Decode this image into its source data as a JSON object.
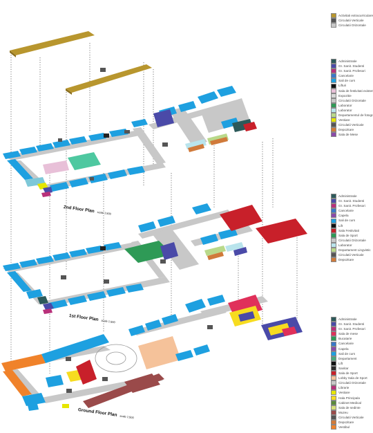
{
  "colors": {
    "admin": "#2d5a5a",
    "student": "#4a4aa8",
    "prof": "#b8307a",
    "office": "#3a78c8",
    "course": "#1ea0e0",
    "wc": "#2a2a2a",
    "room": "#7ec8d8",
    "depo": "#d07a3a",
    "circ_h": "#c8c8c8",
    "circ_v": "#555555",
    "extra": "#b8962e",
    "lab": "#2e9a56",
    "lab2": "#b9e4ec",
    "dept": "#b9d98a",
    "bath": "#e6e600",
    "gym": "#c8202a",
    "lobby": "#f5c29a",
    "orange": "#f0822a",
    "red": "#e0305a",
    "brown": "#9a4a4a",
    "yellow": "#f7dc20"
  },
  "legend_roof": [
    {
      "label": "Activitati extracurriculare",
      "color": "#b8962e"
    },
    {
      "label": "Circulatii Verticale",
      "color": "#555555"
    },
    {
      "label": "Circulatii Orizontale",
      "color": "#c8c8c8"
    }
  ],
  "legend_2": [
    {
      "label": "Administratie",
      "color": "#2d5a5a"
    },
    {
      "label": "Gr. Sanit. Studenti",
      "color": "#4a4aa8"
    },
    {
      "label": "Gr. Sanit. Profesori",
      "color": "#b8307a"
    },
    {
      "label": "Cancelarie",
      "color": "#3a78c8"
    },
    {
      "label": "Sali de curs",
      "color": "#1ea0e0"
    },
    {
      "label": "Lifturi",
      "color": "#111111"
    },
    {
      "label": "Sala de festivitati existenta",
      "color": "#e8c0d8"
    },
    {
      "label": "Expozitie",
      "color": "#d8d8d8"
    },
    {
      "label": "Circulatii Orizontale",
      "color": "#c8c8c8"
    },
    {
      "label": "Laborator",
      "color": "#2e9a56"
    },
    {
      "label": "Laborator",
      "color": "#b9e4ec"
    },
    {
      "label": "Departamentul de fotografie",
      "color": "#b9d98a"
    },
    {
      "label": "Vestiare",
      "color": "#e6e600"
    },
    {
      "label": "Circulatii Verticale",
      "color": "#555555"
    },
    {
      "label": "Depozitare",
      "color": "#d07a3a"
    },
    {
      "label": "Sala de Mese",
      "color": "#8a4aa8"
    }
  ],
  "legend_1": [
    {
      "label": "Administratie",
      "color": "#2d5a5a"
    },
    {
      "label": "Gr. Sanit. Studenti",
      "color": "#4a4aa8"
    },
    {
      "label": "Gr. Sanit. Profesori",
      "color": "#b8307a"
    },
    {
      "label": "Cancelarie",
      "color": "#3a78c8"
    },
    {
      "label": "Capela",
      "color": "#8a4aa8"
    },
    {
      "label": "Sali de curs",
      "color": "#1ea0e0"
    },
    {
      "label": "Lift",
      "color": "#111111"
    },
    {
      "label": "Sala Festivitati",
      "color": "#c8202a"
    },
    {
      "label": "Sala de Sport",
      "color": "#2e9a56"
    },
    {
      "label": "Circulatii Orizontale",
      "color": "#c8c8c8"
    },
    {
      "label": "Laborator",
      "color": "#b9e4ec"
    },
    {
      "label": "Departament Lingvistic",
      "color": "#b9d98a"
    },
    {
      "label": "Circulatii Verticale",
      "color": "#555555"
    },
    {
      "label": "Depozitare",
      "color": "#d07a3a"
    }
  ],
  "legend_0": [
    {
      "label": "Administratie",
      "color": "#2d5a5a"
    },
    {
      "label": "Gr. Sanit. Studenti",
      "color": "#4a4aa8"
    },
    {
      "label": "Gr. Sanit. Profesori",
      "color": "#b8307a"
    },
    {
      "label": "Sala de mese",
      "color": "#e0305a"
    },
    {
      "label": "Bucatarie",
      "color": "#2e9a56"
    },
    {
      "label": "Cancelarie",
      "color": "#3a78c8"
    },
    {
      "label": "Capela",
      "color": "#8a4aa8"
    },
    {
      "label": "Sali de curs",
      "color": "#1ea0e0"
    },
    {
      "label": "Departament",
      "color": "#4aa87a"
    },
    {
      "label": "Lift",
      "color": "#111111"
    },
    {
      "label": "Sanitar",
      "color": "#2a2a2a"
    },
    {
      "label": "Sala de Sport",
      "color": "#c8202a"
    },
    {
      "label": "Lobby Sala de Sport",
      "color": "#f5c29a"
    },
    {
      "label": "Circulatii Orizontale",
      "color": "#c8c8c8"
    },
    {
      "label": "Librarie",
      "color": "#b8307a"
    },
    {
      "label": "Vestiare",
      "color": "#e6e600"
    },
    {
      "label": "Hala Principala",
      "color": "#f7dc20"
    },
    {
      "label": "Cabinet Medical",
      "color": "#5a8a3a"
    },
    {
      "label": "Sala de sedinte",
      "color": "#d7e07a"
    },
    {
      "label": "Muzeu",
      "color": "#9a4a4a"
    },
    {
      "label": "Circulatii Verticale",
      "color": "#555555"
    },
    {
      "label": "Depozitare",
      "color": "#d07a3a"
    },
    {
      "label": "Vestibul",
      "color": "#f0822a"
    }
  ],
  "titles": {
    "floor2": "2nd Floor Plan",
    "floor1": "1st Floor Plan",
    "floor0": "Ground Floor Plan",
    "scale": "scale 1:500"
  }
}
